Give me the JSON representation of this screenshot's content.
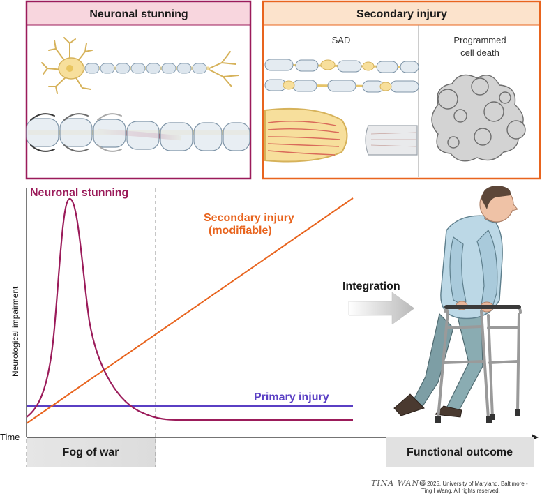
{
  "panels": {
    "stunning": {
      "title": "Neuronal stunning",
      "color": "#9b1b5a"
    },
    "secondary": {
      "title": "Secondary injury",
      "color": "#e8641e",
      "sad_label": "SAD",
      "death_label_line1": "Programmed",
      "death_label_line2": "cell death"
    }
  },
  "graph": {
    "ylabel": "Neurological impairment",
    "xlabel": "Time",
    "curves": {
      "stunning": {
        "label": "Neuronal stunning",
        "color": "#9b1b5a"
      },
      "secondary": {
        "label_line1": "Secondary injury",
        "label_line2": "(modifiable)",
        "color": "#e8641e"
      },
      "primary": {
        "label": "Primary injury",
        "color": "#5a3fc4"
      }
    },
    "fog_label": "Fog of war",
    "integration_label": "Integration",
    "outcome_label": "Functional outcome"
  },
  "signature": "TINA WANG",
  "credit_line1": "© 2025. University of Maryland, Baltimore -",
  "credit_line2": "Ting I Wang. All rights reserved."
}
